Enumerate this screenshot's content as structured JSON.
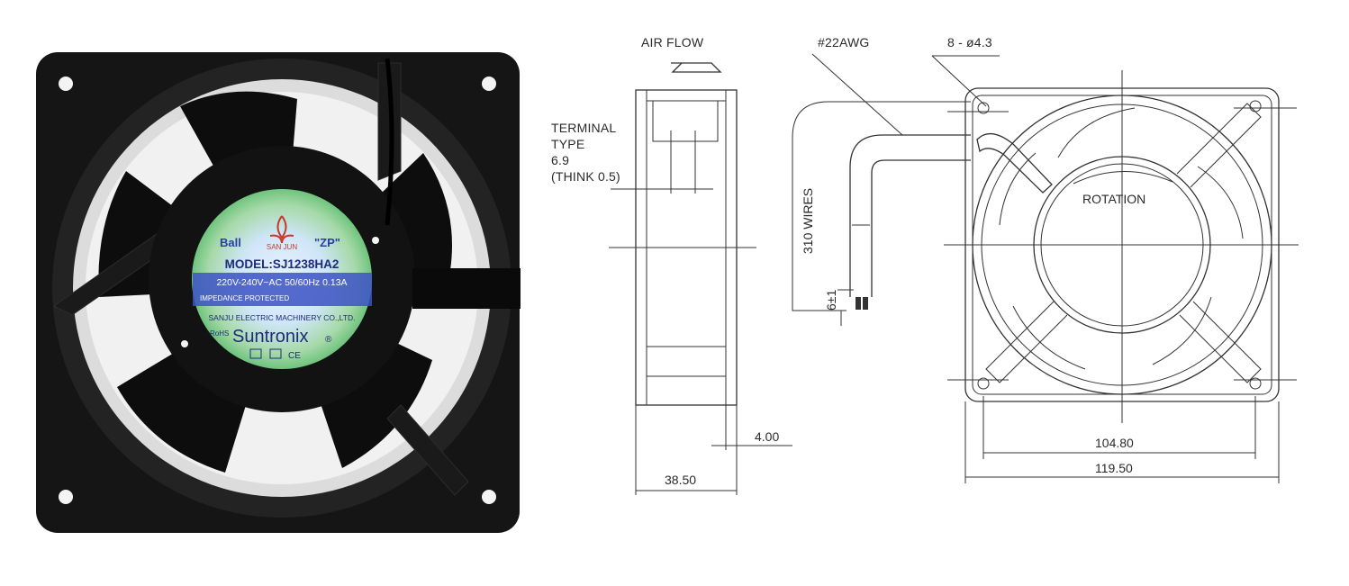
{
  "photo": {
    "label": {
      "bearing": "Ball",
      "brand_mark": "SAN JUN",
      "series": "\"ZP\"",
      "model": "MODEL:SJ1238HA2",
      "rating": "220V-240V~AC  50/60Hz 0.13A",
      "impedance": "IMPEDANCE PROTECTED",
      "manufacturer": "SANJU ELECTRIC MACHINERY CO.,LTD.",
      "rohs": "RoHS",
      "brand": "Suntronix",
      "registered": "®",
      "cert_ce": "CE"
    },
    "colors": {
      "frame": "#151515",
      "blade": "#0d0d0d",
      "label_green": "#3fae5a",
      "label_blue": "#2b3ea8"
    }
  },
  "side_view": {
    "air_flow": "AIR FLOW",
    "terminal": [
      "TERMINAL",
      "TYPE",
      "6.9",
      "(THINK 0.5)"
    ],
    "dim_depth": "38.50",
    "dim_flange": "4.00"
  },
  "front_view": {
    "wire_gauge": "#22AWG",
    "hole_spec": "8 - ø4.3",
    "wire_length": "310 WIRES",
    "strip_length": "6±1",
    "rotation": "ROTATION",
    "dim_hole_pitch": "104.80",
    "dim_width": "119.50"
  }
}
